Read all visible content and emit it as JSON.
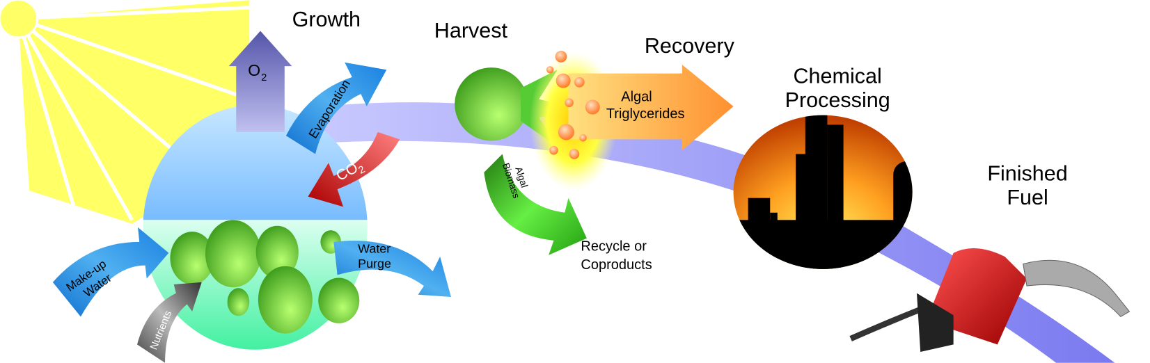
{
  "stages": {
    "growth": "Growth",
    "harvest": "Harvest",
    "recovery": "Recovery",
    "chemical_processing": [
      "Chemical",
      "Processing"
    ],
    "finished_fuel": [
      "Finished",
      "Fuel"
    ]
  },
  "flows": {
    "o2": "O",
    "o2_sub": "2",
    "co2": "CO",
    "co2_sub": "2",
    "evaporation": "Evaporation",
    "makeup_water": [
      "Make-up",
      "Water"
    ],
    "nutrients": "Nutrients",
    "water_purge": [
      "Water",
      "Purge"
    ],
    "algal_triglycerides": [
      "Algal",
      "Triglycerides"
    ],
    "algal_biomass": [
      "Algal",
      "Biomass"
    ],
    "recycle": [
      "Recycle or",
      "Coproducts"
    ]
  },
  "colors": {
    "sun": "#ffff66",
    "pond_top": "#7fbfff",
    "pond_bottom": "#55f5b0",
    "algae": "#66bb33",
    "band": "#9a9af5",
    "co2": "#cc2222",
    "recovery": "#ff9933",
    "nozzle": "#cc1111"
  }
}
